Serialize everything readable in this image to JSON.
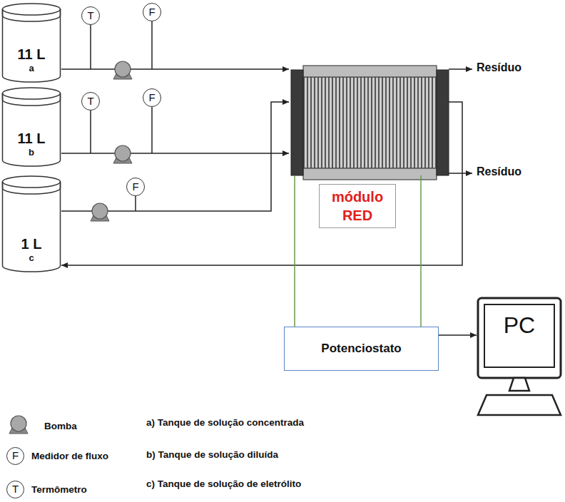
{
  "diagram": {
    "nodes": [
      {
        "text": [
          "11 L",
          "a"
        ]
      },
      {
        "text": [
          "T"
        ]
      },
      {
        "text": [
          "F"
        ]
      },
      {
        "text": [
          "11 L",
          "b"
        ]
      },
      {
        "text": [
          "T"
        ]
      },
      {
        "text": [
          "F"
        ]
      },
      {
        "text": [
          "1 L",
          "c"
        ]
      },
      {
        "text": [
          "F"
        ]
      },
      {
        "text": [
          "módulo RED"
        ]
      },
      {
        "text": [
          "Potenciostato"
        ]
      },
      {
        "text": [
          "PC"
        ]
      }
    ],
    "edges": [
      {
        "from": 0,
        "to": 8,
        "arrow": "to"
      },
      {
        "from": 3,
        "to": 8,
        "arrow": "to"
      },
      {
        "from": 6,
        "to": 8,
        "arrow": "to"
      },
      {
        "from": 8,
        "to": 6,
        "arrow": "to"
      },
      {
        "from": 8,
        "to": 9,
        "arrow": "none"
      },
      {
        "from": 8,
        "to": 9,
        "arrow": "none"
      },
      {
        "from": 9,
        "to": 10,
        "arrow": "to"
      }
    ],
    "labels": [
      "Resíduo",
      "Resíduo",
      "a) Tanque de solução concentrada",
      "b) Tanque de solução diluída",
      "c) Tanque de solução de eletrólito",
      "F",
      "T"
    ],
    "legend": [
      {
        "text": "Bomba"
      },
      {
        "text": "Medidor de fluxo"
      },
      {
        "text": "Termômetro"
      }
    ]
  }
}
